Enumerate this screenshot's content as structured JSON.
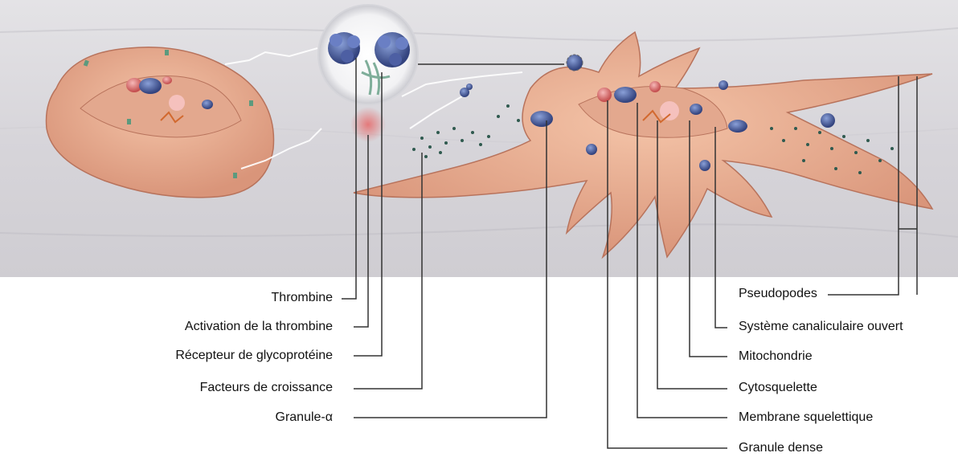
{
  "diagram": {
    "left_labels": [
      {
        "id": "thrombin",
        "text": "Thrombine"
      },
      {
        "id": "thrombin-activation",
        "text": "Activation de la thrombine"
      },
      {
        "id": "glycoprotein-receptor",
        "text": "Récepteur de glycoprotéine"
      },
      {
        "id": "growth-factors",
        "text": "Facteurs de croissance"
      },
      {
        "id": "alpha-granule",
        "text": "Granule-α"
      }
    ],
    "right_labels": [
      {
        "id": "pseudopods",
        "text": "Pseudopodes"
      },
      {
        "id": "open-canalicular-system",
        "text": "Système canaliculaire ouvert"
      },
      {
        "id": "mitochondria",
        "text": "Mitochondrie"
      },
      {
        "id": "cytoskeleton",
        "text": "Cytosquelette"
      },
      {
        "id": "skeletal-membrane",
        "text": "Membrane squelettique"
      },
      {
        "id": "dense-granule",
        "text": "Granule dense"
      }
    ]
  }
}
